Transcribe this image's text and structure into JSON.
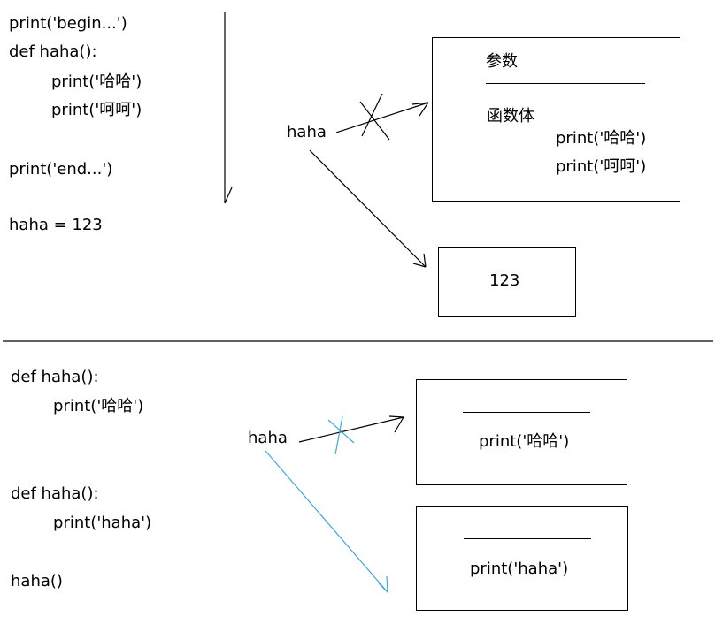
{
  "top": {
    "code": [
      "print('begin...')",
      "def haha():",
      "print('哈哈')",
      "print('呵呵')",
      "print('end...')",
      "haha = 123"
    ],
    "var_label": "haha",
    "func_box": {
      "params_label": "参数",
      "body_label": "函数体",
      "body_lines": [
        "print('哈哈')",
        "print('呵呵')"
      ]
    },
    "value_box": {
      "value": "123"
    }
  },
  "bottom": {
    "code": [
      "def haha():",
      "print('哈哈')",
      "def haha():",
      "print('haha')",
      "haha()"
    ],
    "var_label": "haha",
    "box1": {
      "body": "print('哈哈')"
    },
    "box2": {
      "body": "print('haha')"
    }
  },
  "colors": {
    "line": "#000000",
    "highlight": "#3fa9d8"
  }
}
